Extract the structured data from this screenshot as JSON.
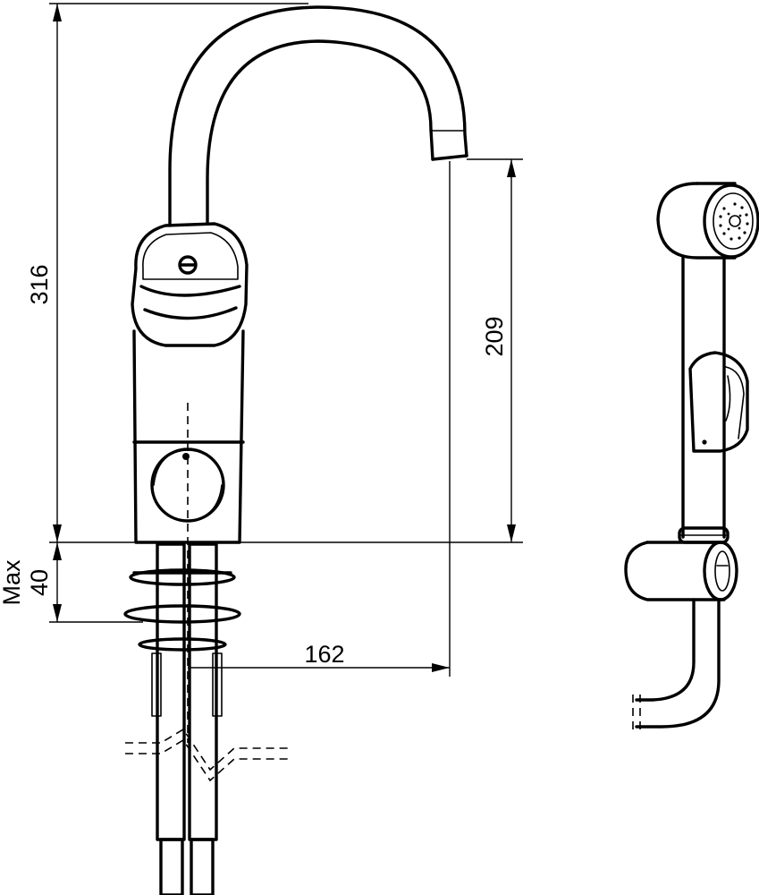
{
  "dimensions": {
    "total_height": "316",
    "spout_height": "209",
    "spout_reach": "162",
    "deck_thickness_label_1": "Max",
    "deck_thickness_label_2": "40"
  }
}
